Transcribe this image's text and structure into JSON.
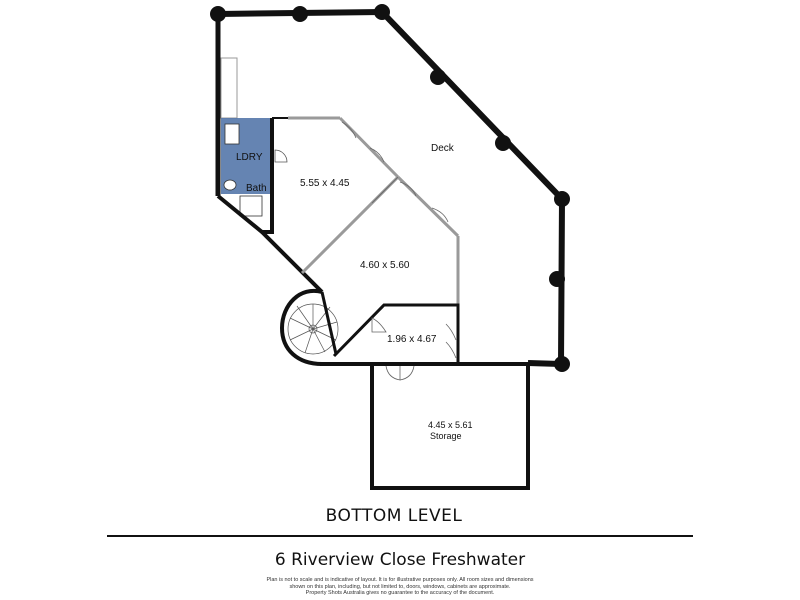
{
  "rooms": {
    "deck": "Deck",
    "laundry": "LDRY",
    "bath": "Bath",
    "room_main": "5.55 x 4.45",
    "room_middle": "4.60 x 5.60",
    "room_small": "1.96 x 4.67",
    "storage_dims": "4.45 x 5.61",
    "storage_name": "Storage"
  },
  "level_title": "BOTTOM LEVEL",
  "address": "6 Riverview Close Freshwater",
  "disclaimer": [
    "Plan is not to scale and is indicative of layout. It is for illustrative purposes only. All room sizes and dimensions",
    "shown on this plan, including, but not limited to, doors, windows, cabinets are approximate.",
    "Property Shots Australia gives no guarantee to the accuracy of the document."
  ],
  "colors": {
    "wall": "#111111",
    "wet_area": "#4a6fa5",
    "window": "#9a9a9a"
  }
}
